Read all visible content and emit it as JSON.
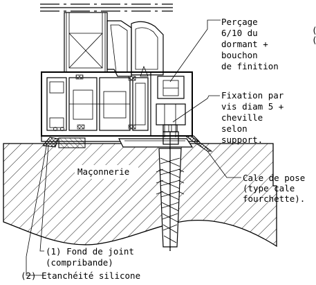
{
  "labels": {
    "percage": [
      "Perçage",
      "6/10 du",
      "dormant +",
      "bouchon",
      "de finition"
    ],
    "fixation": [
      "Fixation par",
      "vis diam 5 +",
      "cheville",
      "selon",
      "support."
    ],
    "cale": [
      "Cale de pose",
      "(type cale",
      "fourchette)."
    ],
    "maconnerie": "Maçonnerie",
    "fond_joint": [
      "(1) Fond de joint",
      "(compribande)"
    ],
    "etancheite": "(2) Etanchéité silicone",
    "edge_fragment": [
      "(",
      "("
    ]
  },
  "colors": {
    "ink": "#000000",
    "paper": "#ffffff"
  }
}
